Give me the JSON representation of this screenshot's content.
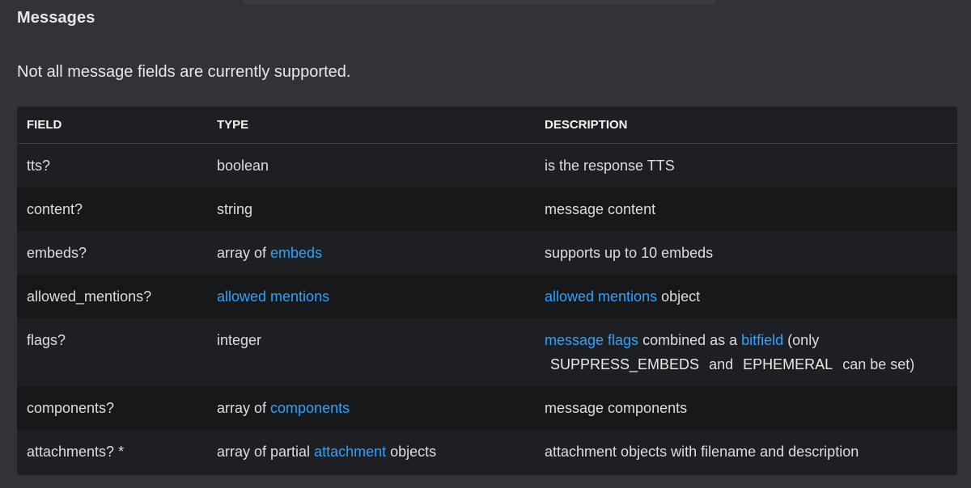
{
  "section": {
    "title": "Messages",
    "notice": "Not all message fields are currently supported."
  },
  "table": {
    "headers": {
      "field": "FIELD",
      "type": "TYPE",
      "description": "DESCRIPTION"
    },
    "rows": [
      {
        "field": "tts?",
        "type": {
          "prefix": "boolean"
        },
        "description": {
          "text": "is the response TTS"
        }
      },
      {
        "field": "content?",
        "type": {
          "prefix": "string"
        },
        "description": {
          "text": "message content"
        }
      },
      {
        "field": "embeds?",
        "type": {
          "prefix": "array of ",
          "link": "embeds"
        },
        "description": {
          "text": "supports up to 10 embeds"
        }
      },
      {
        "field": "allowed_mentions?",
        "type": {
          "link": "allowed mentions"
        },
        "description": {
          "link": "allowed mentions",
          "text": " object"
        }
      },
      {
        "field": "flags?",
        "type": {
          "prefix": "integer"
        },
        "description": {
          "link1": "message flags",
          "text1": " combined as a ",
          "link2": "bitfield",
          "text2": " (only",
          "code1": "SUPPRESS_EMBEDS",
          "text3": "and",
          "code2": "EPHEMERAL",
          "text4": "can be set)"
        }
      },
      {
        "field": "components?",
        "type": {
          "prefix": "array of ",
          "link": "components"
        },
        "description": {
          "text": "message components"
        }
      },
      {
        "field": "attachments? *",
        "type": {
          "prefix": "array of partial ",
          "link": "attachment",
          "suffix": " objects"
        },
        "description": {
          "text": "attachment objects with filename and description"
        }
      }
    ]
  },
  "colors": {
    "background": "#313338",
    "table_background": "#1e1f22",
    "link": "#2aa3ff"
  }
}
